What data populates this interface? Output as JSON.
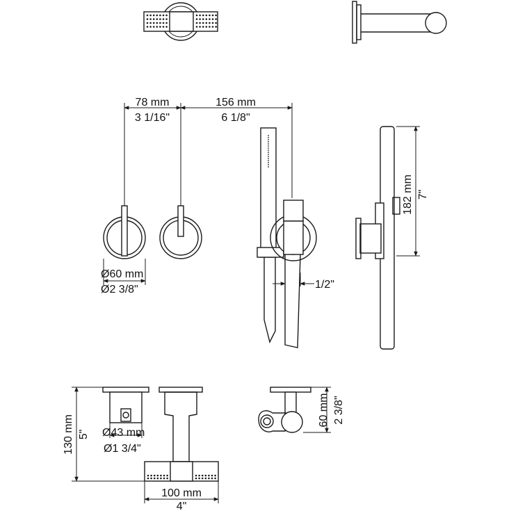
{
  "dimensions": {
    "handle_spacing_mm": "78 mm",
    "handle_spacing_in": "3 1/16\"",
    "spout_offset_mm": "156 mm",
    "spout_offset_in": "6 1/8\"",
    "height_mm": "182 mm",
    "height_in": "7\"",
    "handle_dia_mm": "Ø60 mm",
    "handle_dia_in": "Ø2 3/8\"",
    "connection": "1/2\"",
    "depth_mm": "130 mm",
    "depth_in": "5\"",
    "body_dia_mm": "Ø43 mm",
    "body_dia_in": "Ø1 3/4\"",
    "width_mm": "100 mm",
    "width_in": "4\"",
    "projection_mm": "60 mm",
    "projection_in": "2 3/8\""
  },
  "colors": {
    "line": "#1a1a1a",
    "background": "#ffffff"
  }
}
